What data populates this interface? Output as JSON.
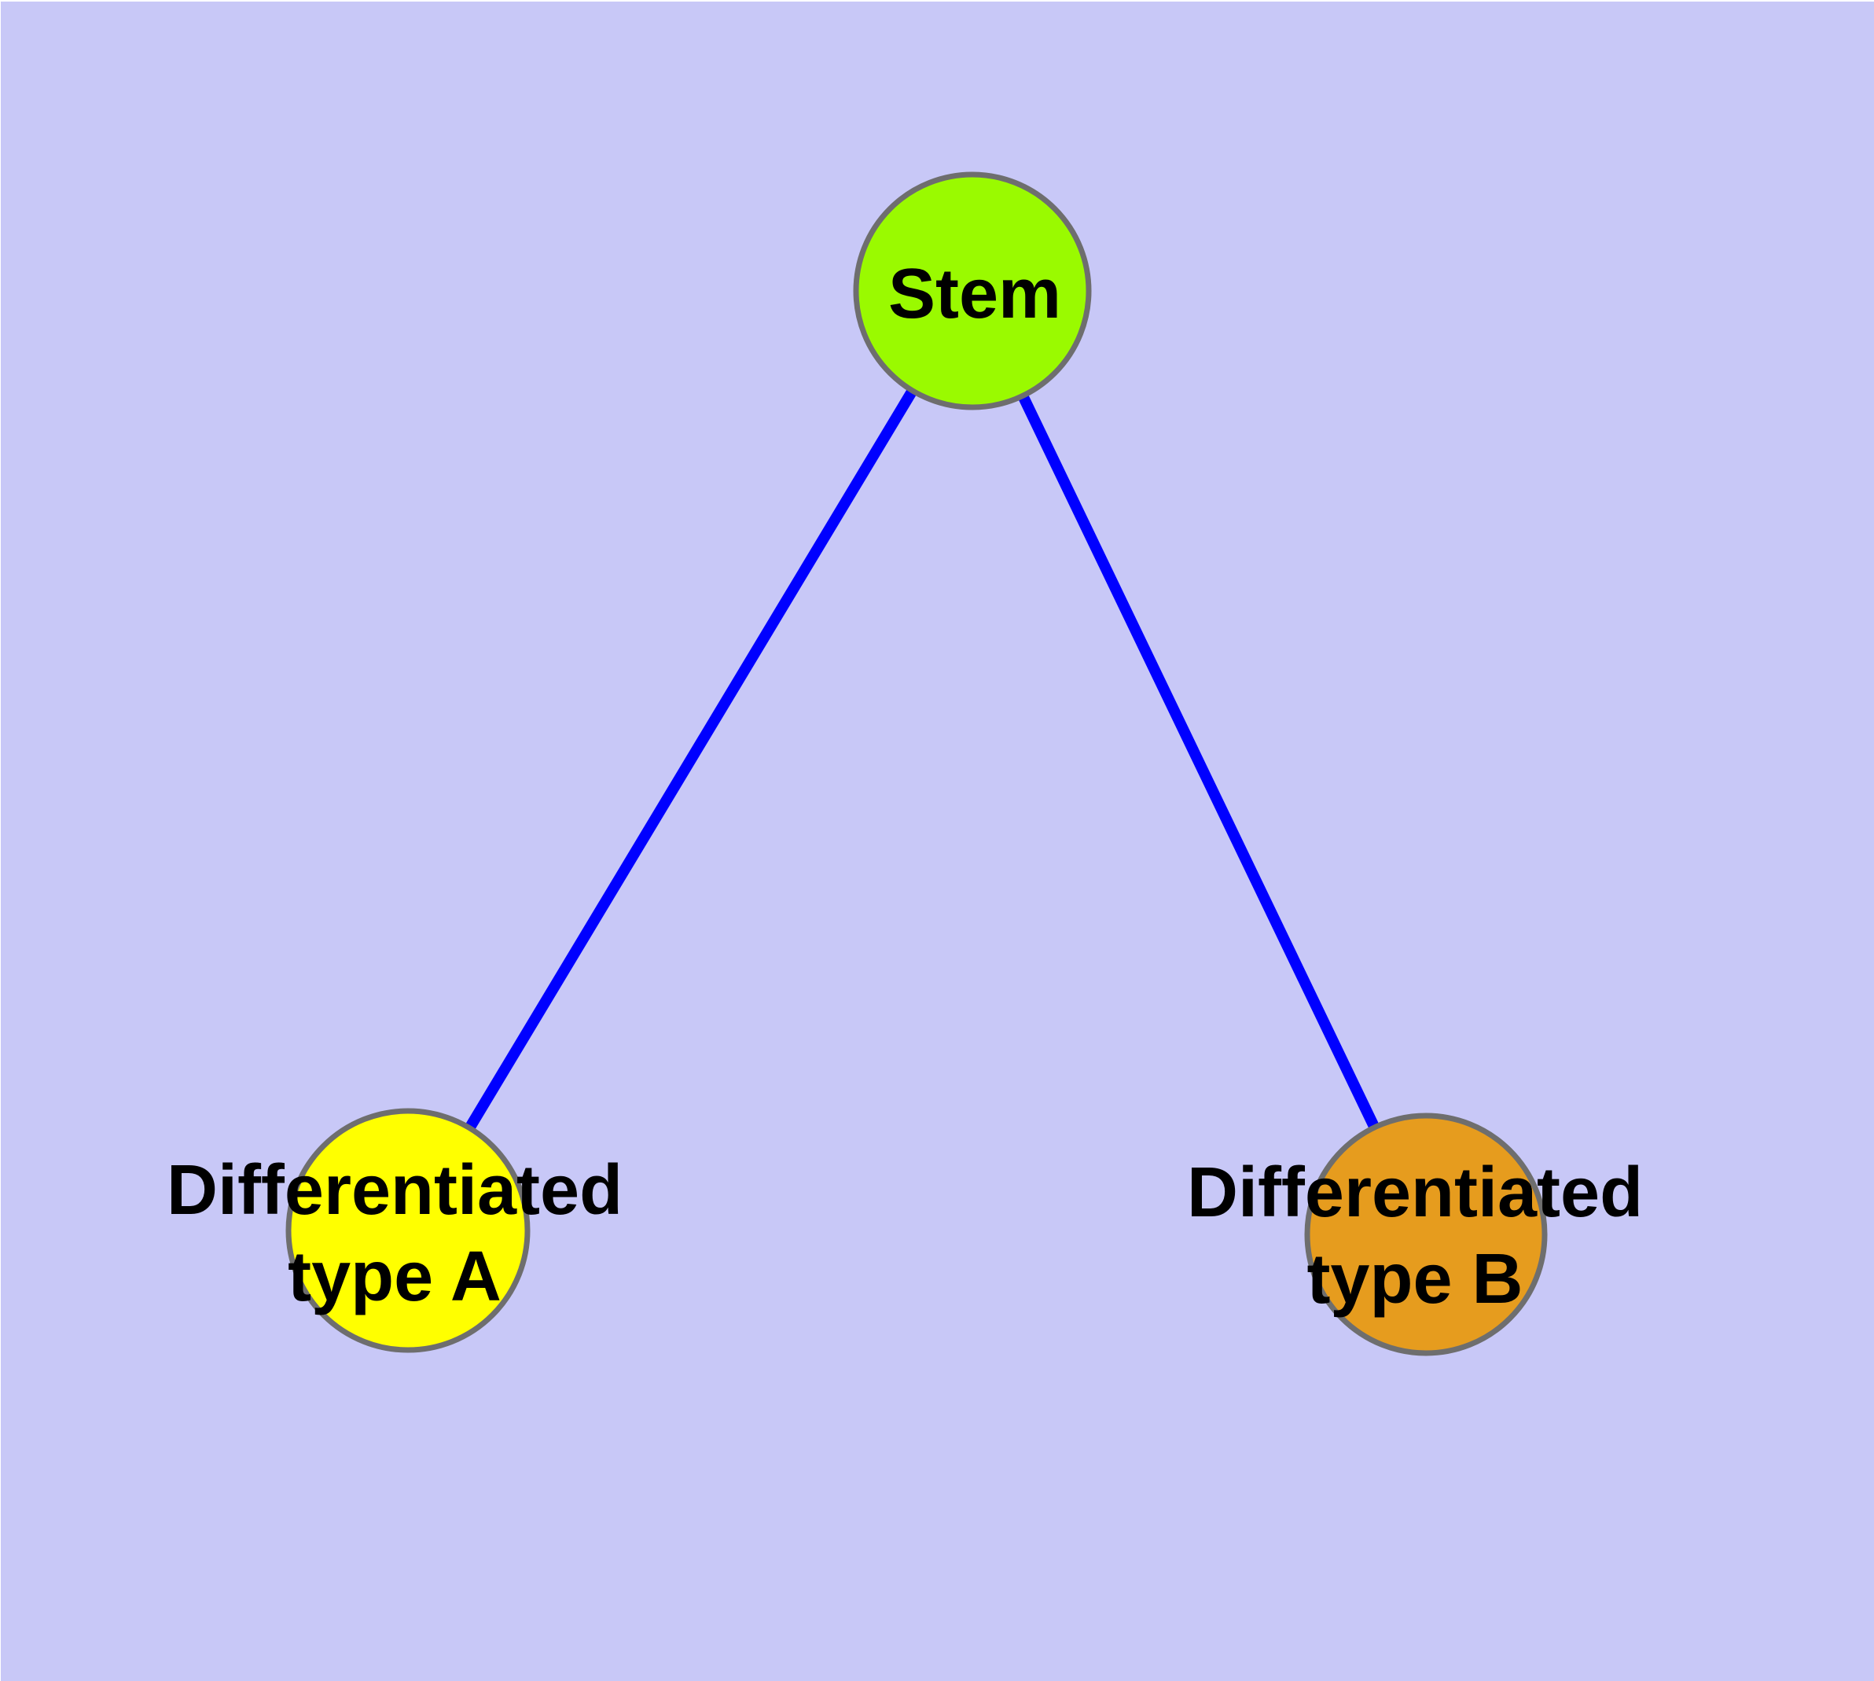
{
  "diagram": {
    "type": "graph",
    "style": {
      "background_color": "#C8C8F7",
      "edge_color": "#0000FF",
      "node_border_color": "#6E6E6E",
      "text_color": "#000000"
    },
    "nodes": [
      {
        "id": "stem",
        "label": "Stem",
        "color": "#9AFA00"
      },
      {
        "id": "differentiated-type-a",
        "label": "Differentiated\ntype A",
        "color": "#FFFF00"
      },
      {
        "id": "differentiated-type-b",
        "label": "Differentiated\ntype B",
        "color": "#E69C1E"
      }
    ],
    "edges": [
      {
        "from": "stem",
        "to": "differentiated-type-a"
      },
      {
        "from": "stem",
        "to": "differentiated-type-b"
      }
    ]
  }
}
